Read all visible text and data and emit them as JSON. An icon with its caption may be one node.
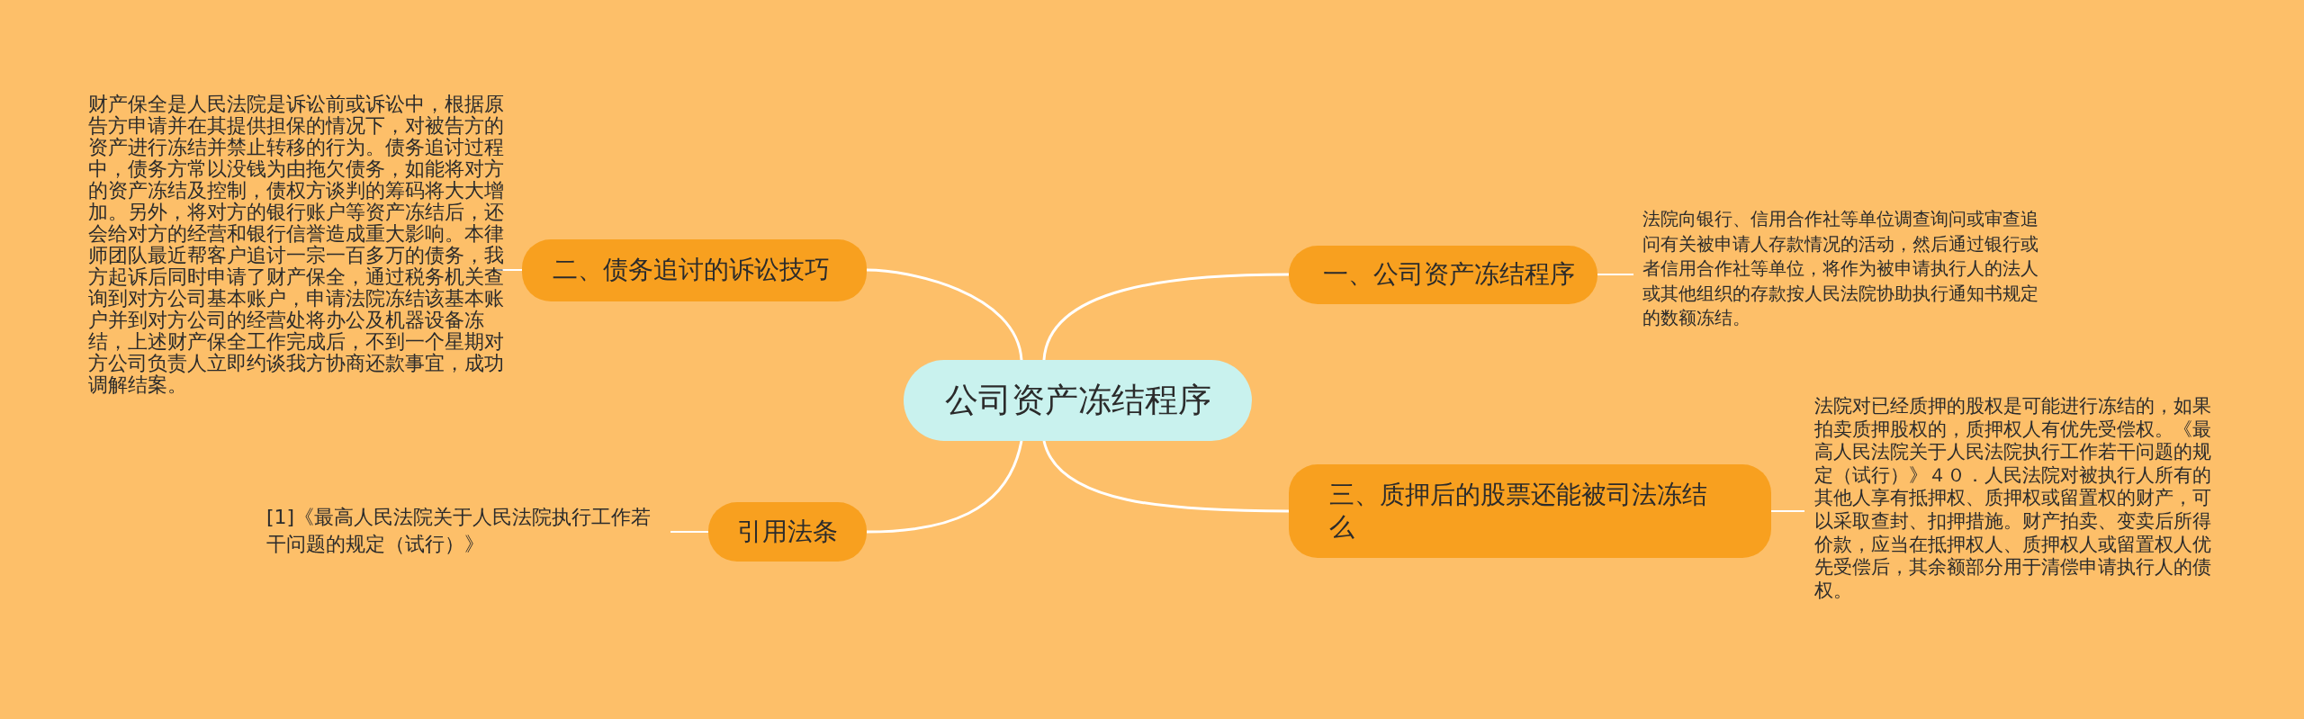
{
  "diagram": {
    "nodes": [
      {
        "text": [
          "公司资产冻结程序"
        ]
      },
      {
        "text": [
          "一、公司资产冻结程序"
        ]
      },
      {
        "text": [
          "法院向银行、信用合作社等单位调查询问或审查追问有关被申请人存款情况的活动，然后通过银行或者信用合作社等单位，将作为被申请执行人的法人或其他组织的存款按人民法院协助执行通知书规定的数额冻结。"
        ]
      },
      {
        "text": [
          "二、债务追讨的诉讼技巧"
        ]
      },
      {
        "text": [
          "财产保全是人民法院是诉讼前或诉讼中，根据原告方申请并在其提供担保的情况下，对被告方的资产进行冻结并禁止转移的行为。债务追讨过程中，债务方常以没钱为由拖欠债务，如能将对方的资产冻结及控制，债权方谈判的筹码将大大增加。另外，将对方的银行账户等资产冻结后，还会给对方的经营和银行信誉造成重大影响。本律师团队最近帮客户追讨一宗一百多万的债务，我方起诉后同时申请了财产保全，通过税务机关查询到对方公司基本账户，申请法院冻结该基本账户并到对方公司的经营处将办公及机器设备冻结，上述财产保全工作完成后，不到一个星期对方公司负责人立即约谈我方协商还款事宜，成功调解结案。"
        ]
      },
      {
        "text": [
          "三、质押后的股票还能被司法冻结么"
        ]
      },
      {
        "text": [
          "法院对已经质押的股权是可能进行冻结的，如果拍卖质押股权的，质押权人有优先受偿权。《最高人民法院关于人民法院执行工作若干问题的规定（试行）》４０．人民法院对被执行人所有的其他人享有抵押权、质押权或留置权的财产，可以采取查封、扣押措施。财产拍卖、变卖后所得价款，应当在抵押权人、质押权人或留置权人优先受偿后，其余额部分用于清偿申请执行人的债权。"
        ]
      },
      {
        "text": [
          "引用法条"
        ]
      },
      {
        "text": [
          "[1]《最高人民法院关于人民法院执行工作若干问题的规定（试行）》"
        ]
      }
    ],
    "edges": [
      {
        "from": 0,
        "to": 1,
        "arrow": "none"
      },
      {
        "from": 1,
        "to": 2,
        "arrow": "none"
      },
      {
        "from": 0,
        "to": 3,
        "arrow": "none"
      },
      {
        "from": 3,
        "to": 4,
        "arrow": "none"
      },
      {
        "from": 0,
        "to": 5,
        "arrow": "none"
      },
      {
        "from": 5,
        "to": 6,
        "arrow": "none"
      },
      {
        "from": 0,
        "to": 7,
        "arrow": "none"
      },
      {
        "from": 7,
        "to": 8,
        "arrow": "none"
      }
    ]
  }
}
